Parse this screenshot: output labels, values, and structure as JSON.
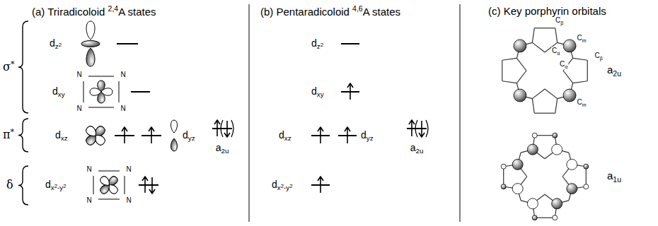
{
  "diagram": {
    "labels": [
      "(a) Triradicoloid 2,4A states",
      "(b) Pentaradicoloid 4,6A states",
      "(c) Key porphyrin orbitals",
      "σ*",
      "π*",
      "δ",
      "dz2",
      "dxy",
      "N",
      "N",
      "N",
      "N",
      "dxz",
      "dyz",
      "dx2-y2",
      "N",
      "N",
      "N",
      "N",
      "a2u",
      "dz2",
      "dxy",
      "dxz",
      "dyz",
      "dx2-y2",
      "a2u",
      "Cα",
      "Cβ",
      "Cβ",
      "Cm",
      "Cα",
      "Cm",
      "a2u",
      "a1u"
    ]
  }
}
